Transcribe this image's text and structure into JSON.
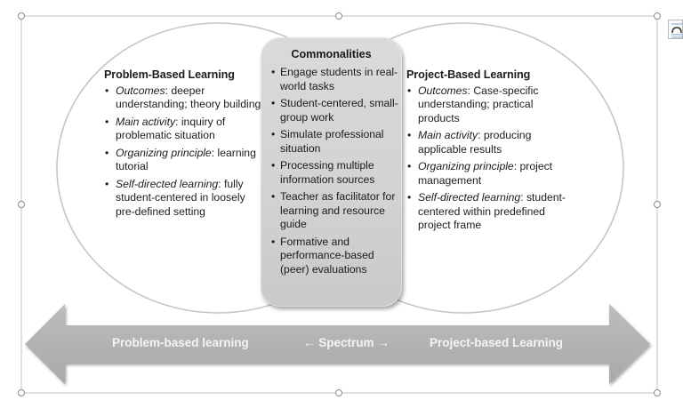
{
  "diagram": {
    "type": "venn-with-spectrum-arrow",
    "left_circle": {
      "title": "Problem-Based Learning",
      "items": [
        {
          "label": "Outcomes",
          "text": ": deeper understanding; theory building"
        },
        {
          "label": "Main activity",
          "text": ": inquiry of problematic situation"
        },
        {
          "label": "Organizing principle",
          "text": ": learning tutorial"
        },
        {
          "label": "Self-directed learning",
          "text": ": fully student-centered in loosely pre-defined setting"
        }
      ]
    },
    "right_circle": {
      "title": "Project-Based Learning",
      "items": [
        {
          "label": "Outcomes",
          "text": ": Case-specific understanding; practical products"
        },
        {
          "label": "Main activity",
          "text": ": producing applicable results"
        },
        {
          "label": "Organizing principle",
          "text": ": project management"
        },
        {
          "label": "Self-directed learning",
          "text": ": student-centered within predefined project frame"
        }
      ]
    },
    "commonalities": {
      "title": "Commonalities",
      "items": [
        "Engage students in real-world tasks",
        "Student-centered, small-group work",
        "Simulate professional situation",
        "Processing multiple information sources",
        "Teacher as facilitator for learning and resource guide",
        "Formative and performance-based (peer) evaluations"
      ]
    },
    "spectrum_arrow": {
      "left_label": "Problem-based learning",
      "center_label": "← Spectrum →",
      "right_label": "Project-based Learning"
    }
  },
  "colors": {
    "arrow_fill": "#b3b3b3",
    "box_fill": "#d4d4d4",
    "ellipse_stroke": "#c4c4c4",
    "frame_stroke": "#bdbdbd",
    "label_text": "#f4f4f4"
  },
  "selection": {
    "handles": [
      "top-left",
      "top-center",
      "top-right",
      "middle-left",
      "middle-right",
      "bottom-left",
      "bottom-center",
      "bottom-right"
    ],
    "layout_options_icon": "layout-options-icon"
  }
}
